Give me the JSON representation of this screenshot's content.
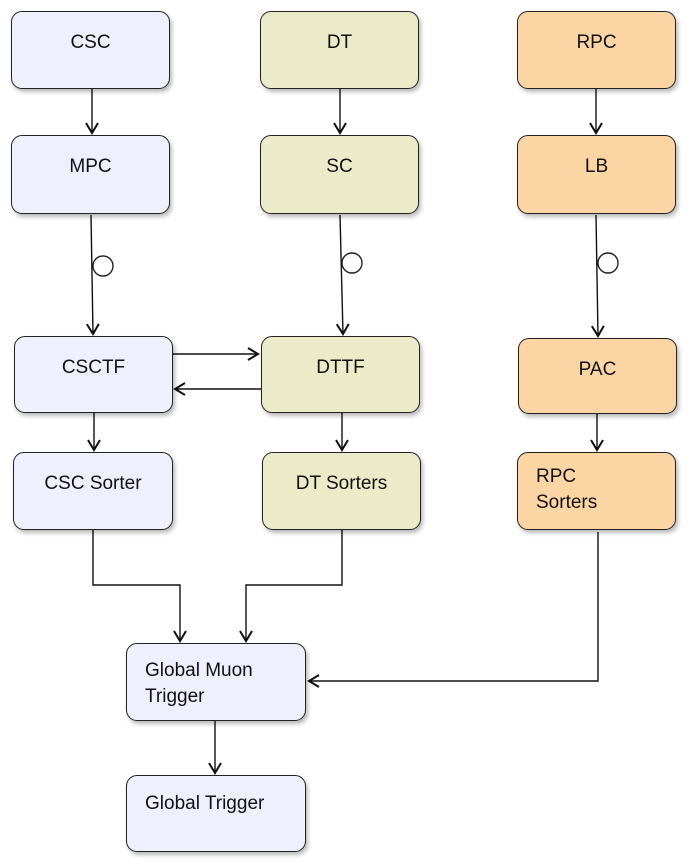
{
  "diagram": {
    "colors": {
      "csc": "#eef0fd",
      "dt": "#ecebc9",
      "rpc": "#fcd5a5",
      "global": "#eef0fd",
      "line": "#111111"
    },
    "nodes": {
      "csc": "CSC",
      "dt": "DT",
      "rpc": "RPC",
      "mpc": "MPC",
      "sc": "SC",
      "lb": "LB",
      "csctf": "CSCTF",
      "dttf": "DTTF",
      "pac": "PAC",
      "csc_sorter": "CSC Sorter",
      "dt_sorters": "DT Sorters",
      "rpc_sorters": "RPC\nSorters",
      "gmt": "Global Muon\nTrigger",
      "gt": "Global Trigger"
    }
  }
}
